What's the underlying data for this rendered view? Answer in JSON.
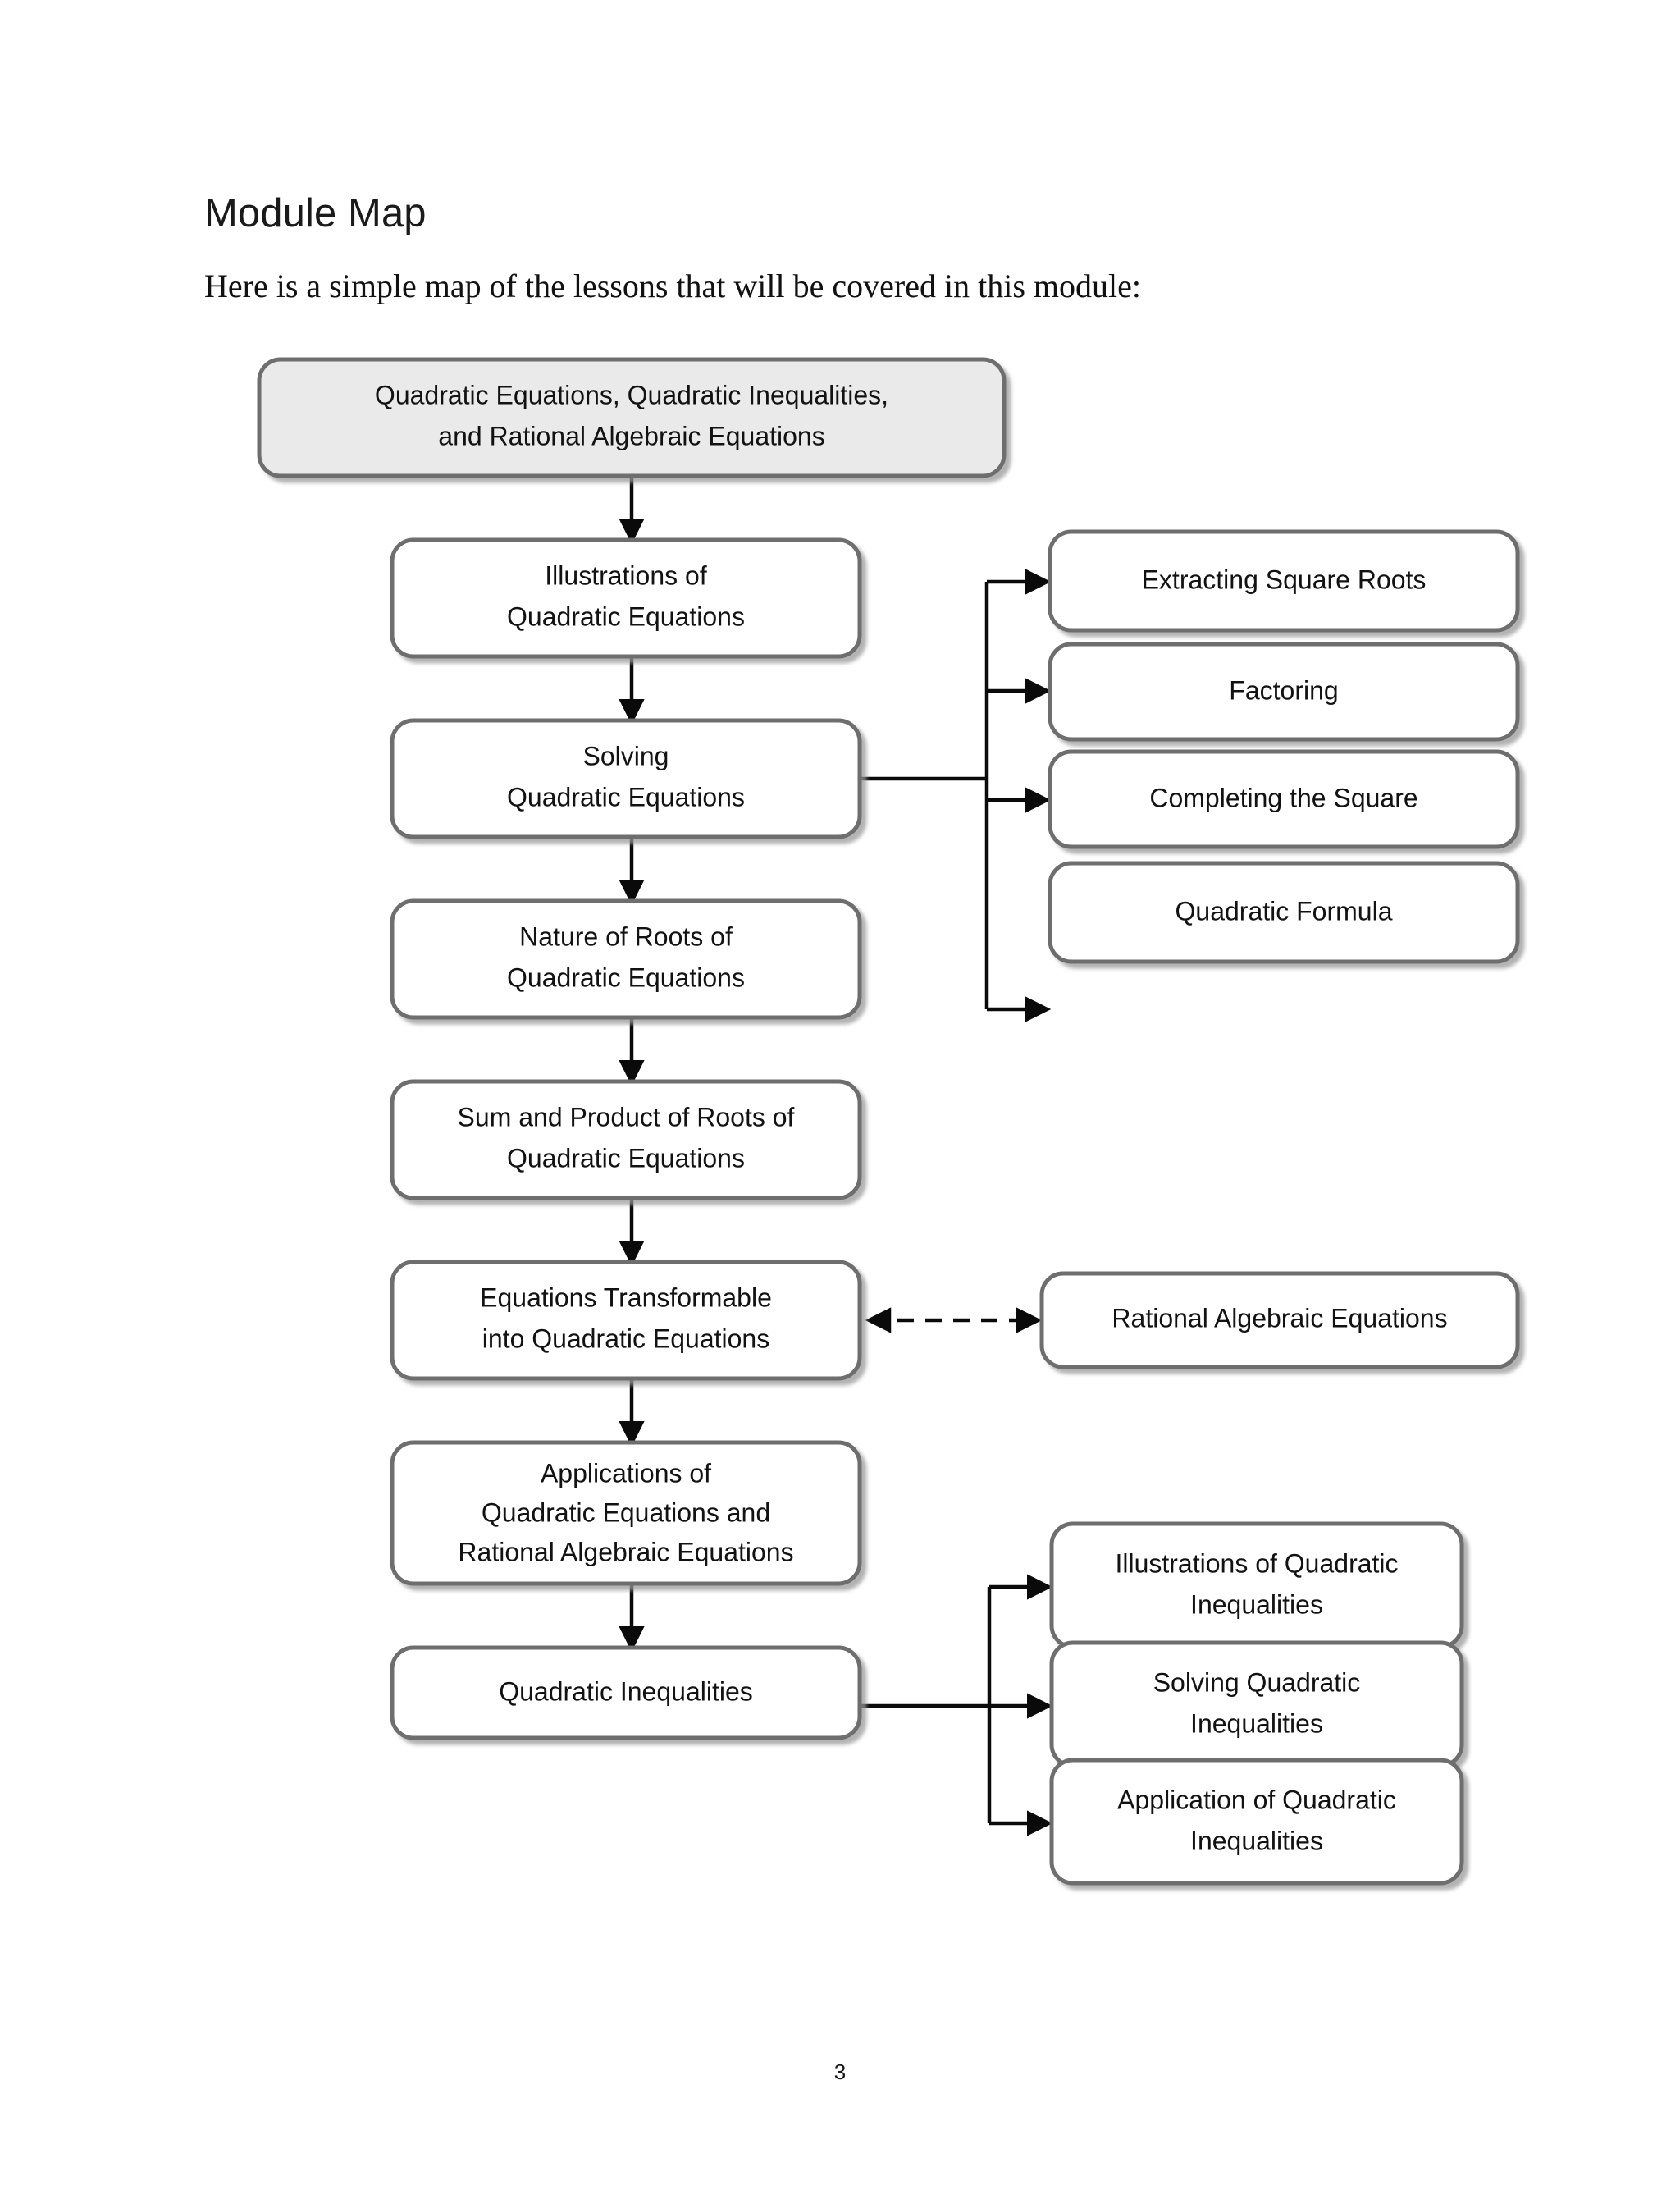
{
  "page": {
    "title": "Module Map",
    "intro": "Here is a simple map of the lessons that will be covered in this module:",
    "page_number": "3"
  },
  "colors": {
    "box_border": "#6e6e6e",
    "box_fill": "#ffffff",
    "root_box_fill": "#eaeaea",
    "connector": "#0a0a0a",
    "text": "#121212",
    "page_background": "#ffffff"
  },
  "diagram": {
    "type": "flowchart",
    "root": {
      "id": "root",
      "label_lines": [
        "Quadratic Equations, Quadratic Inequalities,",
        "and Rational Algebraic Equations"
      ],
      "filled": true
    },
    "main_chain": [
      {
        "id": "illustrations-of-quadratic-equations",
        "label_lines": [
          "Illustrations of",
          "Quadratic Equations"
        ]
      },
      {
        "id": "solving-quadratic-equations",
        "label_lines": [
          "Solving",
          "Quadratic Equations"
        ]
      },
      {
        "id": "nature-of-roots",
        "label_lines": [
          "Nature of Roots of",
          "Quadratic Equations"
        ]
      },
      {
        "id": "sum-and-product-of-roots",
        "label_lines": [
          "Sum and Product of Roots of",
          "Quadratic Equations"
        ]
      },
      {
        "id": "equations-transformable",
        "label_lines": [
          "Equations Transformable",
          "into Quadratic Equations"
        ]
      },
      {
        "id": "applications",
        "label_lines": [
          "Applications of",
          "Quadratic Equations and",
          "Rational Algebraic Equations"
        ]
      },
      {
        "id": "quadratic-inequalities",
        "label_lines": [
          "Quadratic Inequalities"
        ]
      }
    ],
    "solving_methods": [
      {
        "id": "extracting-square-roots",
        "label_lines": [
          "Extracting Square Roots"
        ]
      },
      {
        "id": "factoring",
        "label_lines": [
          "Factoring"
        ]
      },
      {
        "id": "completing-the-square",
        "label_lines": [
          "Completing the Square"
        ]
      },
      {
        "id": "quadratic-formula",
        "label_lines": [
          "Quadratic Formula"
        ]
      }
    ],
    "side_node": {
      "id": "rational-algebraic-equations",
      "label_lines": [
        "Rational Algebraic Equations"
      ],
      "link": "bidirectional-dashed"
    },
    "inequality_topics": [
      {
        "id": "illustrations-of-quadratic-inequalities",
        "label_lines": [
          "Illustrations of Quadratic",
          "Inequalities"
        ]
      },
      {
        "id": "solving-quadratic-inequalities",
        "label_lines": [
          "Solving Quadratic",
          "Inequalities"
        ]
      },
      {
        "id": "application-of-quadratic-inequalities",
        "label_lines": [
          "Application of Quadratic",
          "Inequalities"
        ]
      }
    ]
  }
}
